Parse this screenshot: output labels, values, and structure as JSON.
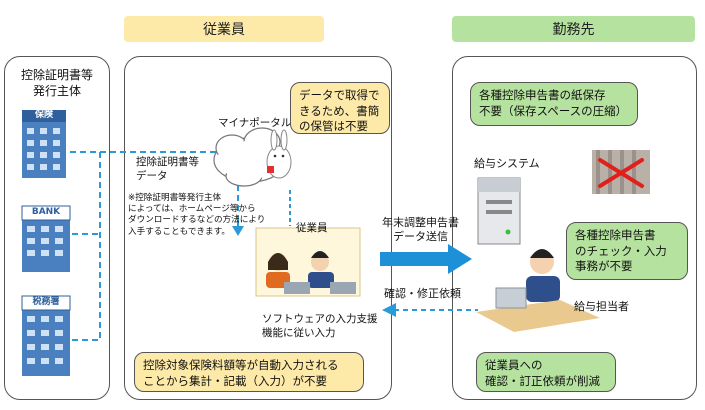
{
  "headers": {
    "employee": "従業員",
    "employer": "勤務先"
  },
  "issuer": {
    "title": "控除証明書等\n発行主体",
    "buildings": [
      {
        "sign": "保険"
      },
      {
        "sign": "BANK"
      },
      {
        "sign": "税務署"
      }
    ]
  },
  "employee_panel": {
    "mynaportal_label": "マイナポータル",
    "cert_data_label": "控除証明書等\nデータ",
    "note": "※控除証明書等発行主体\nによっては、ホームページ等から\nダウンロードするなどの方法により\n入手することもできます。",
    "employee_label": "従業員",
    "software_caption": "ソフトウェアの入力支援\n機能に従い入力",
    "bubble_data": "データで取得で\nきるため、書簡\nの保管は不要",
    "bubble_auto": "控除対象保険料額等が自動入力される\nことから集計・記載（入力）が不要"
  },
  "flow": {
    "send_label": "年末調整申告書\nデータ送信",
    "return_label": "確認・修正依頼"
  },
  "employer_panel": {
    "bubble_paper": "各種控除申告書の紙保存\n不要（保存スペースの圧縮）",
    "payroll_system_label": "給与システム",
    "bubble_check": "各種控除申告書\nのチェック・入力\n事務が不要",
    "payroll_staff_label": "給与担当者",
    "bubble_confirm": "従業員への\n確認・訂正依頼が削減"
  },
  "colors": {
    "header_employee": "#fde9a8",
    "header_employer": "#b6e2a0",
    "arrow_blue": "#1e90d8",
    "dashed_blue": "#2a9ad8",
    "cross_red": "#e0201a"
  }
}
